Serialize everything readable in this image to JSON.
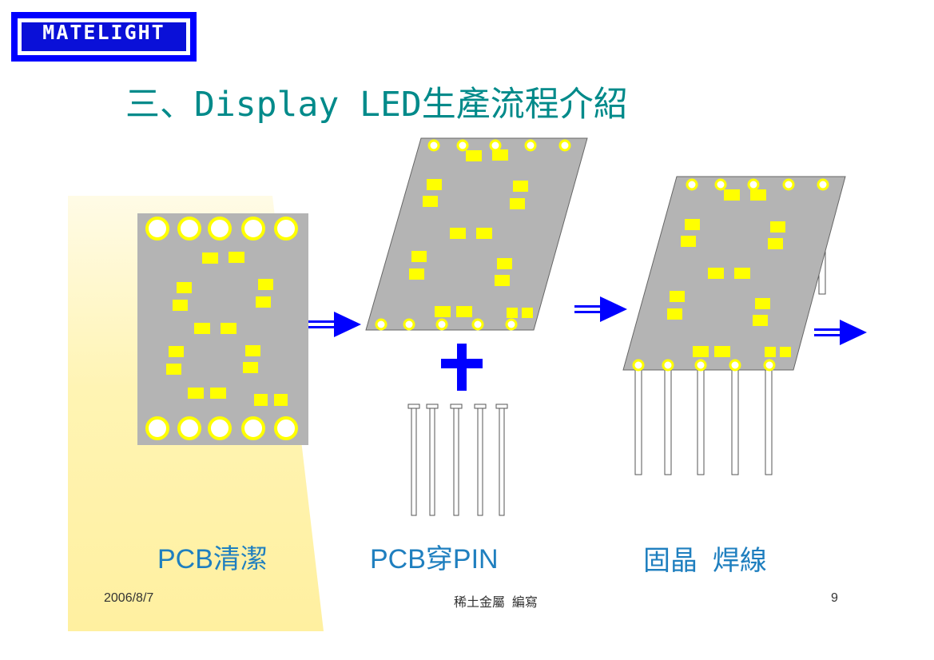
{
  "logo": {
    "text": "MATELIGHT"
  },
  "title": "三、Display LED生產流程介紹",
  "steps": [
    {
      "label": "PCB清潔"
    },
    {
      "label": "PCB穿PIN"
    },
    {
      "label": "固晶  焊線"
    }
  ],
  "footer": {
    "date": "2006/8/7",
    "author": "稀土金屬  編寫",
    "page": "9"
  },
  "colors": {
    "pcb": "#b4b4b4",
    "pad": "#ffff00",
    "arrow": "#0000ff",
    "title": "#008a8a",
    "caption": "#1f7fbf"
  }
}
